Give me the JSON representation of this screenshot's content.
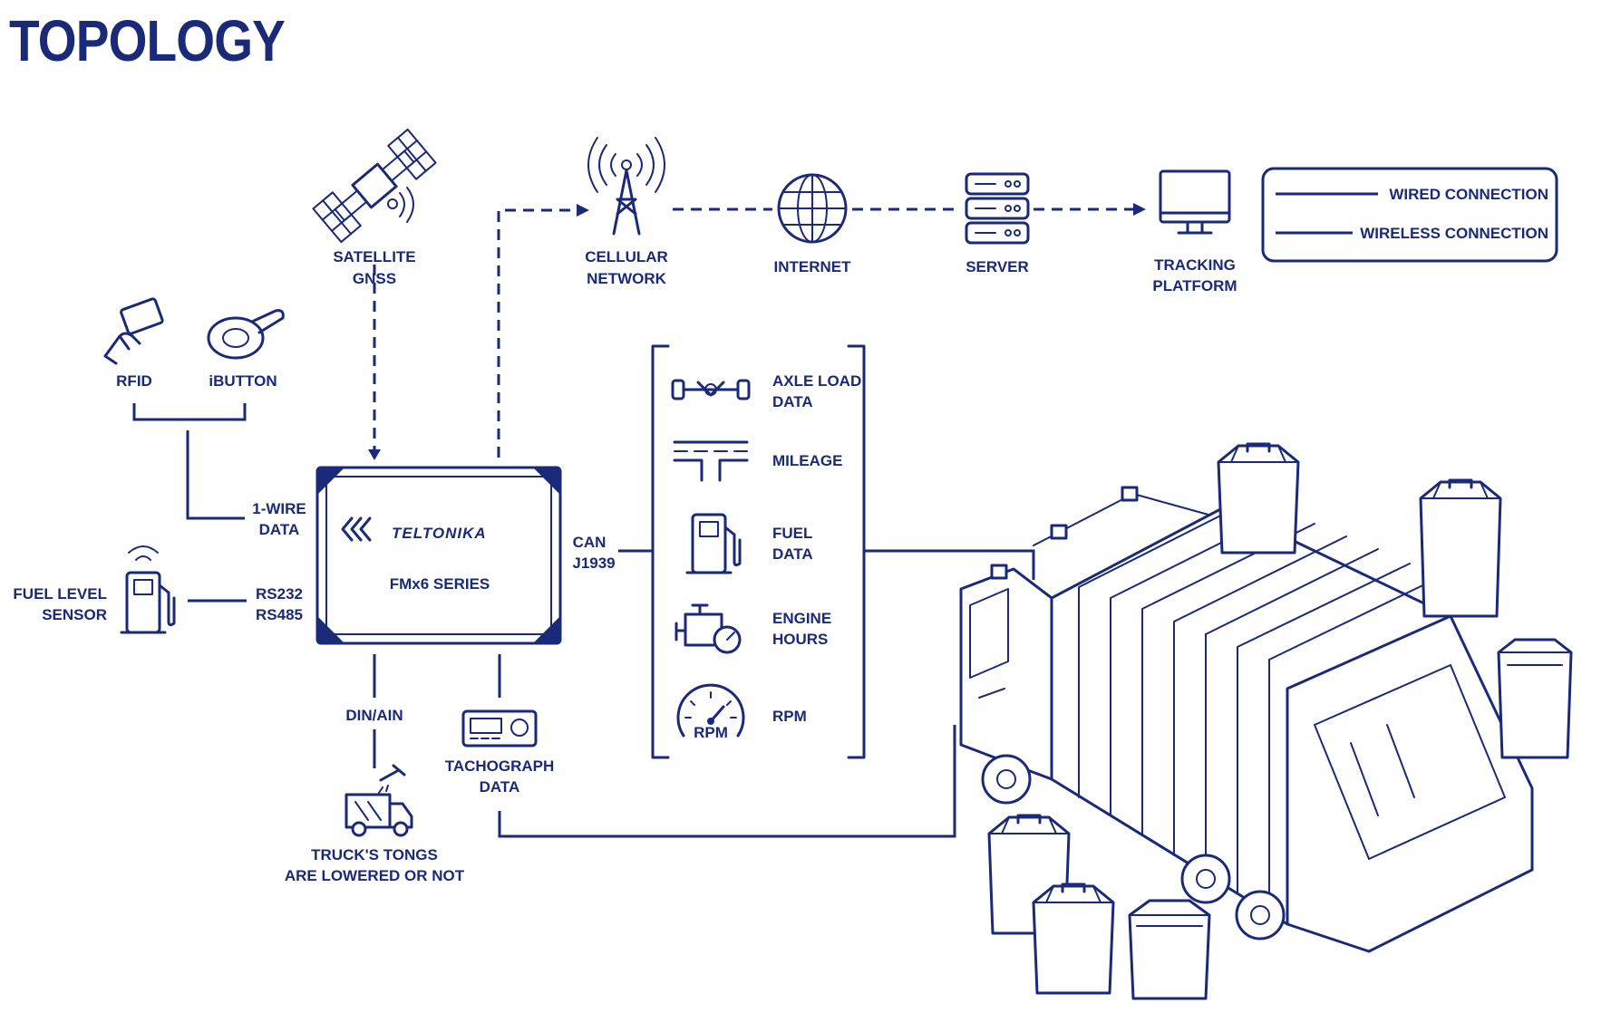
{
  "title": "TOPOLOGY",
  "legend": {
    "wired": "WIRED CONNECTION",
    "wireless": "WIRELESS CONNECTION"
  },
  "network": {
    "satellite": [
      "SATELLITE",
      "GNSS"
    ],
    "cellular": [
      "CELLULAR",
      "NETWORK"
    ],
    "internet": "INTERNET",
    "server": "SERVER",
    "tracking": [
      "TRACKING",
      "PLATFORM"
    ]
  },
  "device": {
    "brand": "TELTONIKA",
    "model": "FMx6 SERIES"
  },
  "inputs": {
    "rfid": "RFID",
    "ibutton": "iBUTTON",
    "one_wire": [
      "1-WIRE",
      "DATA"
    ],
    "fuel_sensor": [
      "FUEL LEVEL",
      "SENSOR"
    ],
    "rs": [
      "RS232",
      "RS485"
    ],
    "can": [
      "CAN",
      "J1939"
    ],
    "din_ain": "DIN/AIN",
    "tongs": [
      "TRUCK'S TONGS",
      "ARE LOWERED OR NOT"
    ],
    "tachograph": [
      "TACHOGRAPH",
      "DATA"
    ]
  },
  "can_data": {
    "axle": [
      "AXLE LOAD",
      "DATA"
    ],
    "mileage": "MILEAGE",
    "fuel": [
      "FUEL",
      "DATA"
    ],
    "engine": [
      "ENGINE",
      "HOURS"
    ],
    "rpm": "RPM",
    "rpm_gauge_text": "RPM"
  },
  "colors": {
    "primary": "#1b2a78",
    "background": "#ffffff"
  }
}
